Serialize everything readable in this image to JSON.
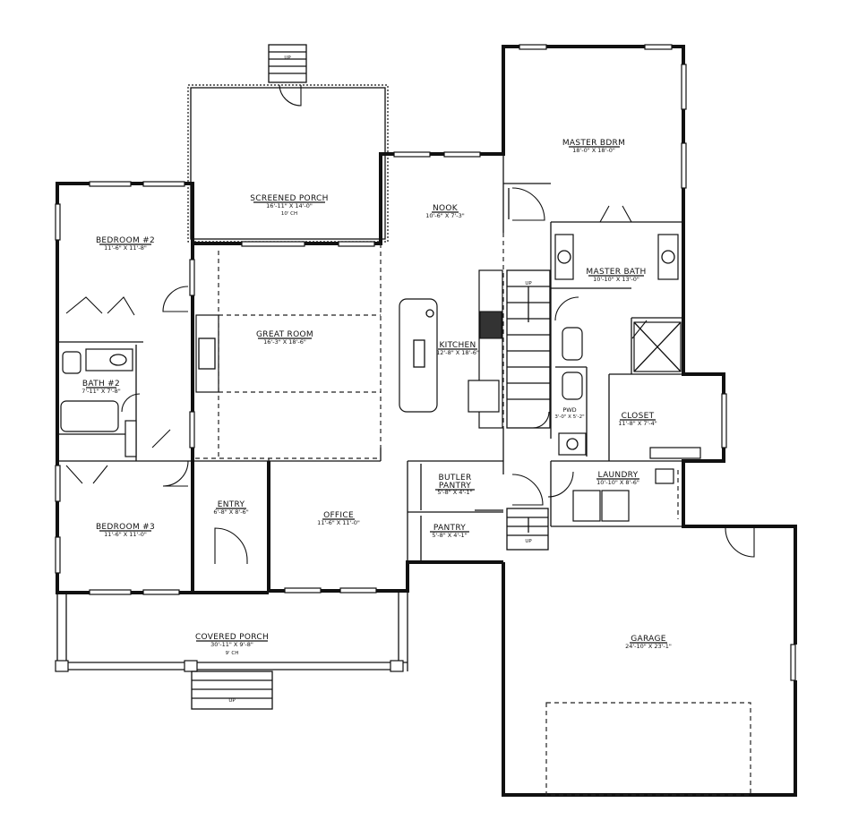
{
  "rooms": {
    "screened_porch": {
      "name": "SCREENED PORCH",
      "dim": "16'-11\" X 14'-0\"",
      "note": "10' CH"
    },
    "nook": {
      "name": "NOOK",
      "dim": "10'-6\" X 7'-3\""
    },
    "master_bdrm": {
      "name": "MASTER BDRM",
      "dim": "18'-0\" X 18'-0\""
    },
    "master_bath": {
      "name": "MASTER BATH",
      "dim": "10'-10\" X 13'-0\""
    },
    "bedroom2": {
      "name": "BEDROOM #2",
      "dim": "11'-6\" X 11'-8\""
    },
    "great_room": {
      "name": "GREAT ROOM",
      "dim": "16'-3\" X 18'-6\""
    },
    "kitchen": {
      "name": "KITCHEN",
      "dim": "12'-8\" X 18'-6\""
    },
    "bath2": {
      "name": "BATH #2",
      "dim": "7'-11\" X 7'-8\""
    },
    "pwd": {
      "name": "PWD",
      "dim": "3'-0\" X 5'-2\""
    },
    "closet": {
      "name": "CLOSET",
      "dim": "11'-8\" X 7'-4\""
    },
    "laundry": {
      "name": "LAUNDRY",
      "dim": "10'-10\" X 8'-6\""
    },
    "butler": {
      "name1": "BUTLER",
      "name2": "PANTRY",
      "dim": "5'-8\" X 4'-1\""
    },
    "pantry": {
      "name": "PANTRY",
      "dim": "5'-8\" X 4'-1\""
    },
    "entry": {
      "name": "ENTRY",
      "dim": "6'-8\" X 8'-6\""
    },
    "office": {
      "name": "OFFICE",
      "dim": "11'-6\" X 11'-0\""
    },
    "bedroom3": {
      "name": "BEDROOM #3",
      "dim": "11'-6\" X 11'-0\""
    },
    "covered_porch": {
      "name": "COVERED PORCH",
      "dim": "30'-11\" X 9'-8\"",
      "note": "9' CH"
    },
    "garage": {
      "name": "GARAGE",
      "dim": "24'-10\" X 23'-1\""
    }
  },
  "stairs": {
    "porch_top": "UP",
    "interior": "UP",
    "garage_stair": "UP",
    "front_steps": "UP"
  },
  "colors": {
    "line": "#111111",
    "background": "#ffffff"
  }
}
